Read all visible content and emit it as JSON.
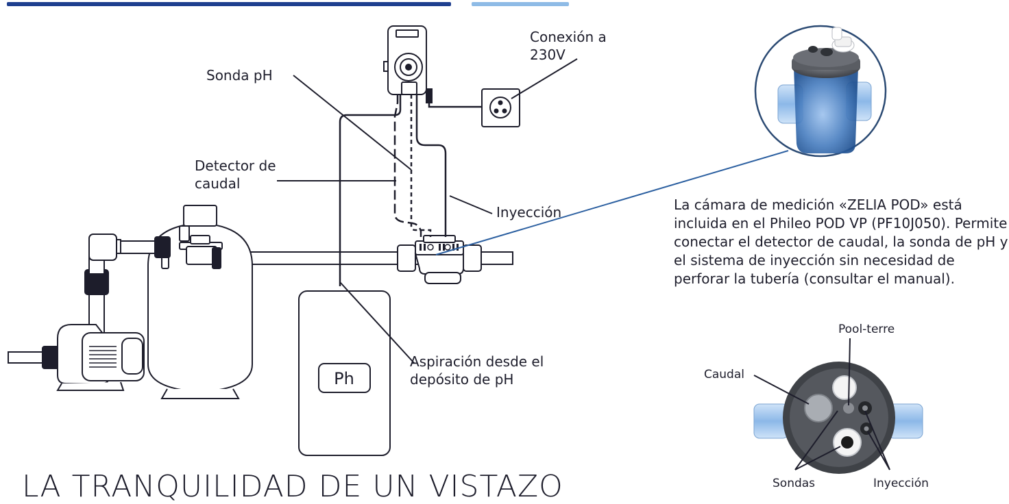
{
  "labels": {
    "sonda_ph": "Sonda pH",
    "conexion": "Conexión a 230V",
    "detector": "Detector de caudal",
    "inyeccion": "Inyección",
    "aspiracion": "Aspiración desde el depósito de pH",
    "tank": "Ph"
  },
  "description": "La cámara de medición «ZELIA POD» está incluida en el Phileo POD VP (PF10J050). Permite conectar el detector de caudal, la sonda de pH y el sistema de inyección sin necesidad de perforar la tubería (consultar el manual).",
  "pod_labels": {
    "pool_terre": "Pool-terre",
    "caudal": "Caudal",
    "sondas": "Sondas",
    "inyeccion": "Inyección"
  },
  "title": "LA TRANQUILIDAD DE UN VISTAZO",
  "colors": {
    "bar_dark": "#1f3f8f",
    "bar_light": "#8ebbe6",
    "line": "#1d1d2b",
    "pod_blue": "#4a7fc0"
  }
}
